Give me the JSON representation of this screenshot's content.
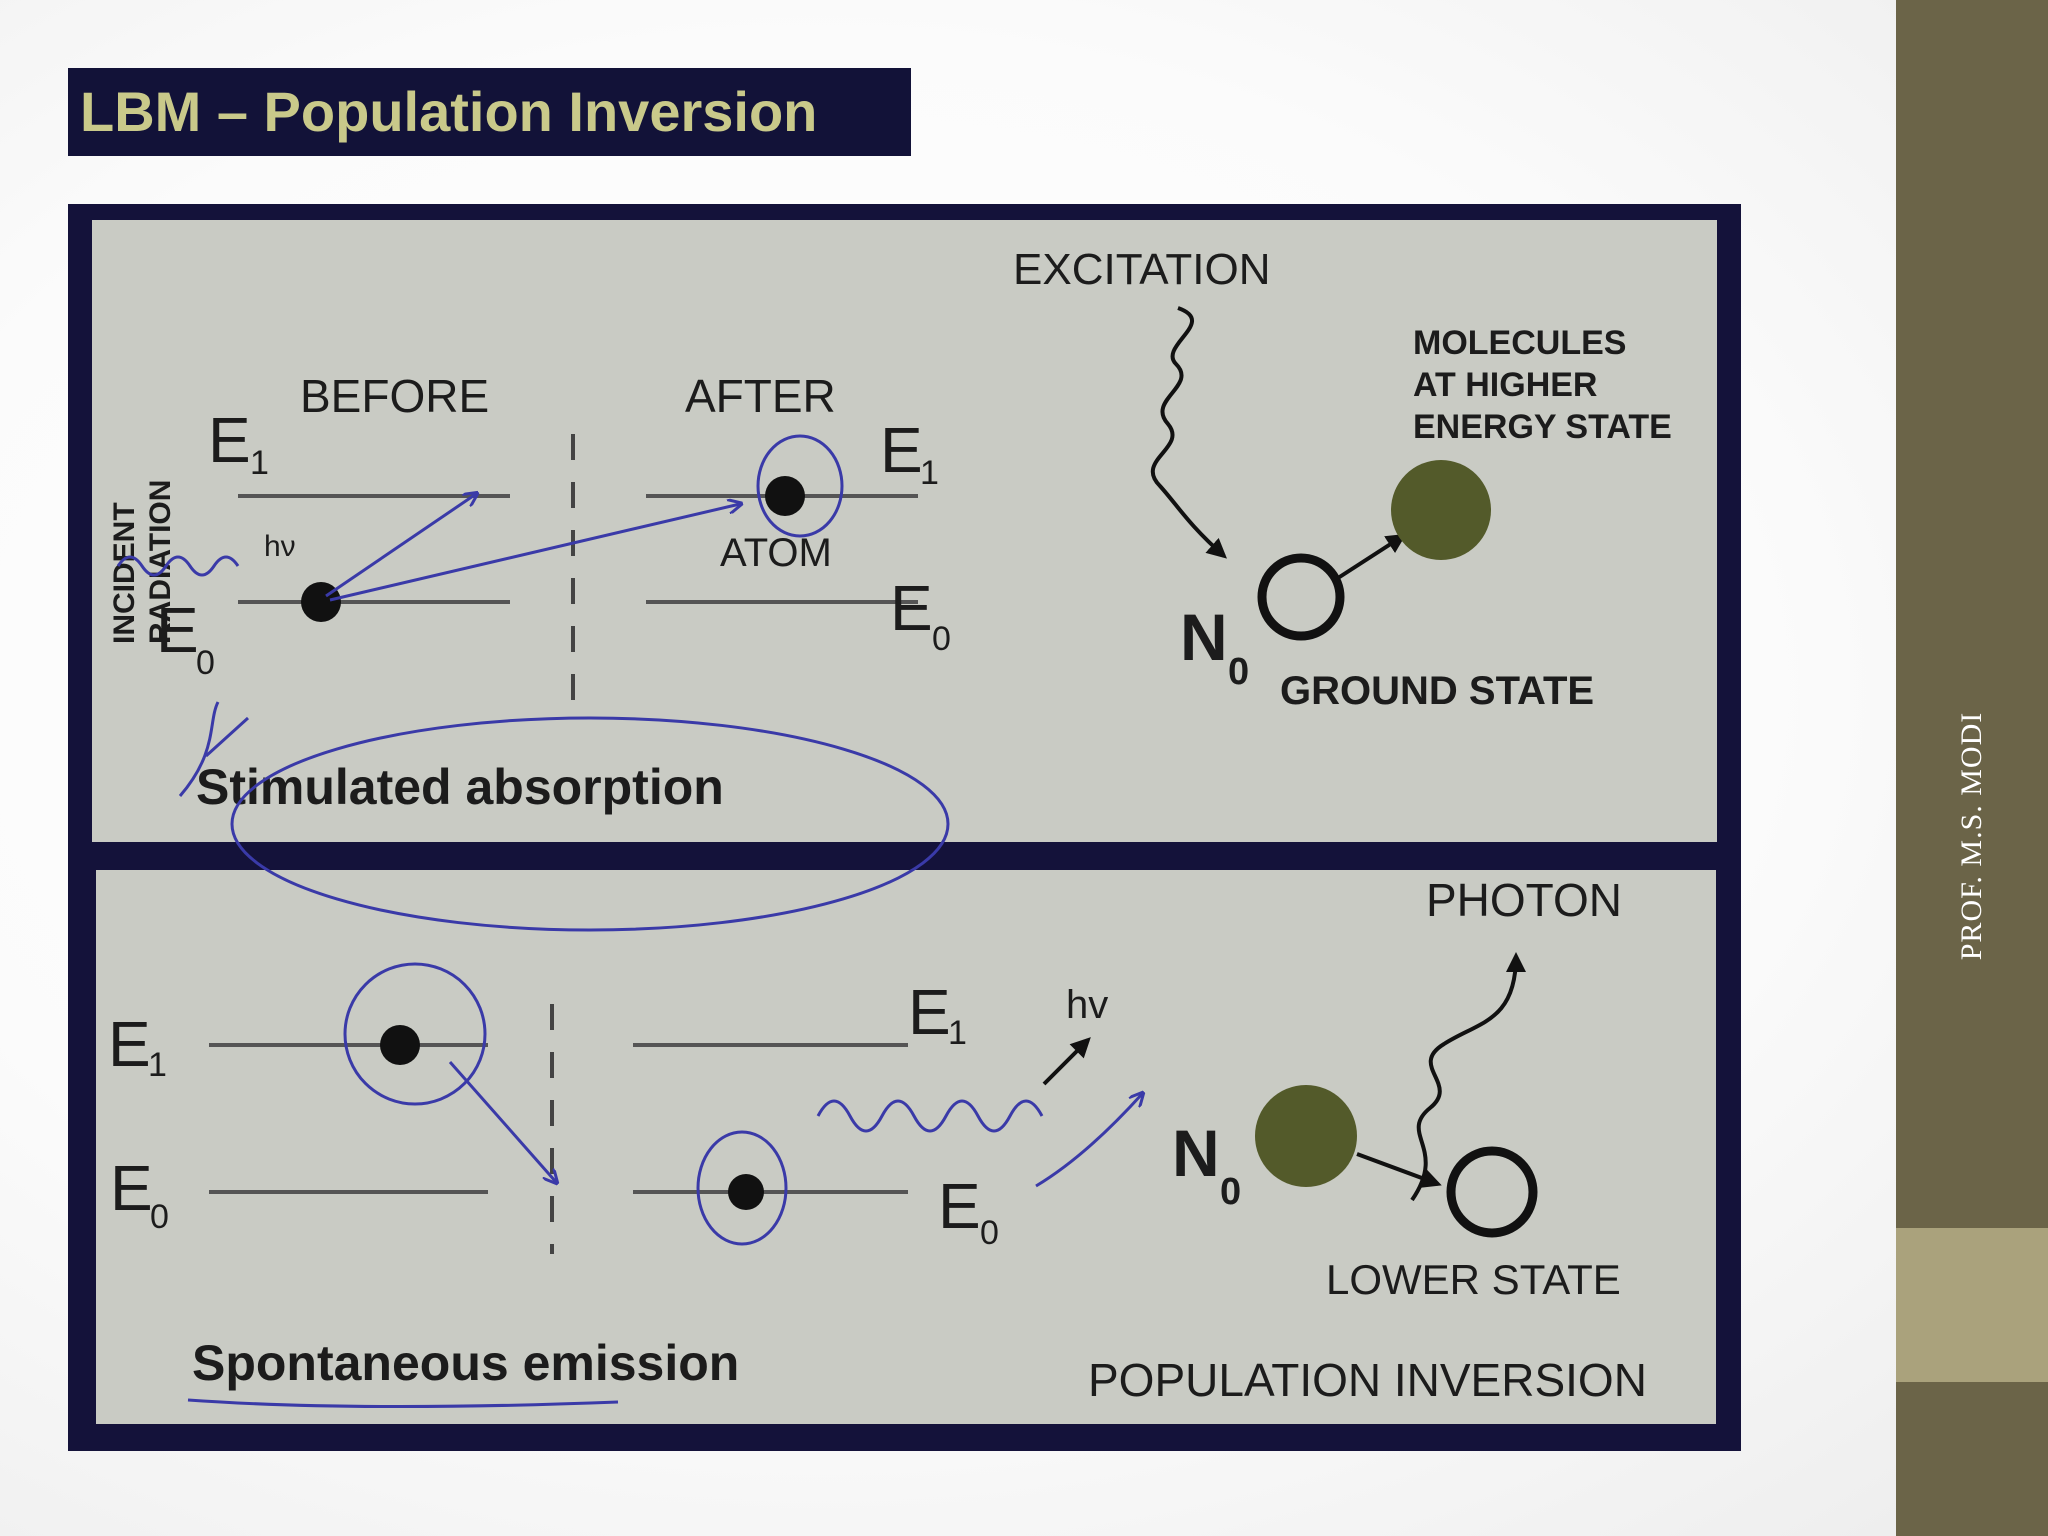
{
  "slide": {
    "title": "LBM – Population Inversion",
    "author": "PROF. M.S. MODI",
    "colors": {
      "title_background": "#121238",
      "title_text": "#c9c98a",
      "sidebar": "#6b6448",
      "sidebar_accent": "#aaa27c",
      "figure_frame": "#14123a",
      "panel_background": "#c9cbc4",
      "filled_molecule": "#535a2a",
      "pen_annotation": "#3a3aa8"
    }
  },
  "top_panel": {
    "incident_label_1": "INCIDENT",
    "incident_label_2": "RADIATION",
    "before_label": "BEFORE",
    "after_label": "AFTER",
    "e1_symbol": "E",
    "e1_sub": "1",
    "e0_symbol": "E",
    "e0_sub": "0",
    "hv_label": "hν",
    "atom_label": "ATOM",
    "excitation_label": "EXCITATION",
    "molecules_line_1": "MOLECULES",
    "molecules_line_2": "AT HIGHER",
    "molecules_line_3": "ENERGY STATE",
    "n_symbol": "N",
    "n_sub": "0",
    "ground_state_label": "GROUND STATE",
    "caption": "Stimulated absorption"
  },
  "bottom_panel": {
    "e1_symbol": "E",
    "e1_sub": "1",
    "e0_symbol": "E",
    "e0_sub": "0",
    "hv_label": "hv",
    "photon_label": "PHOTON",
    "n_symbol": "N",
    "n_sub": "0",
    "lower_state_label": "LOWER STATE",
    "caption": "Spontaneous emission",
    "population_inversion_label": "POPULATION INVERSION"
  }
}
